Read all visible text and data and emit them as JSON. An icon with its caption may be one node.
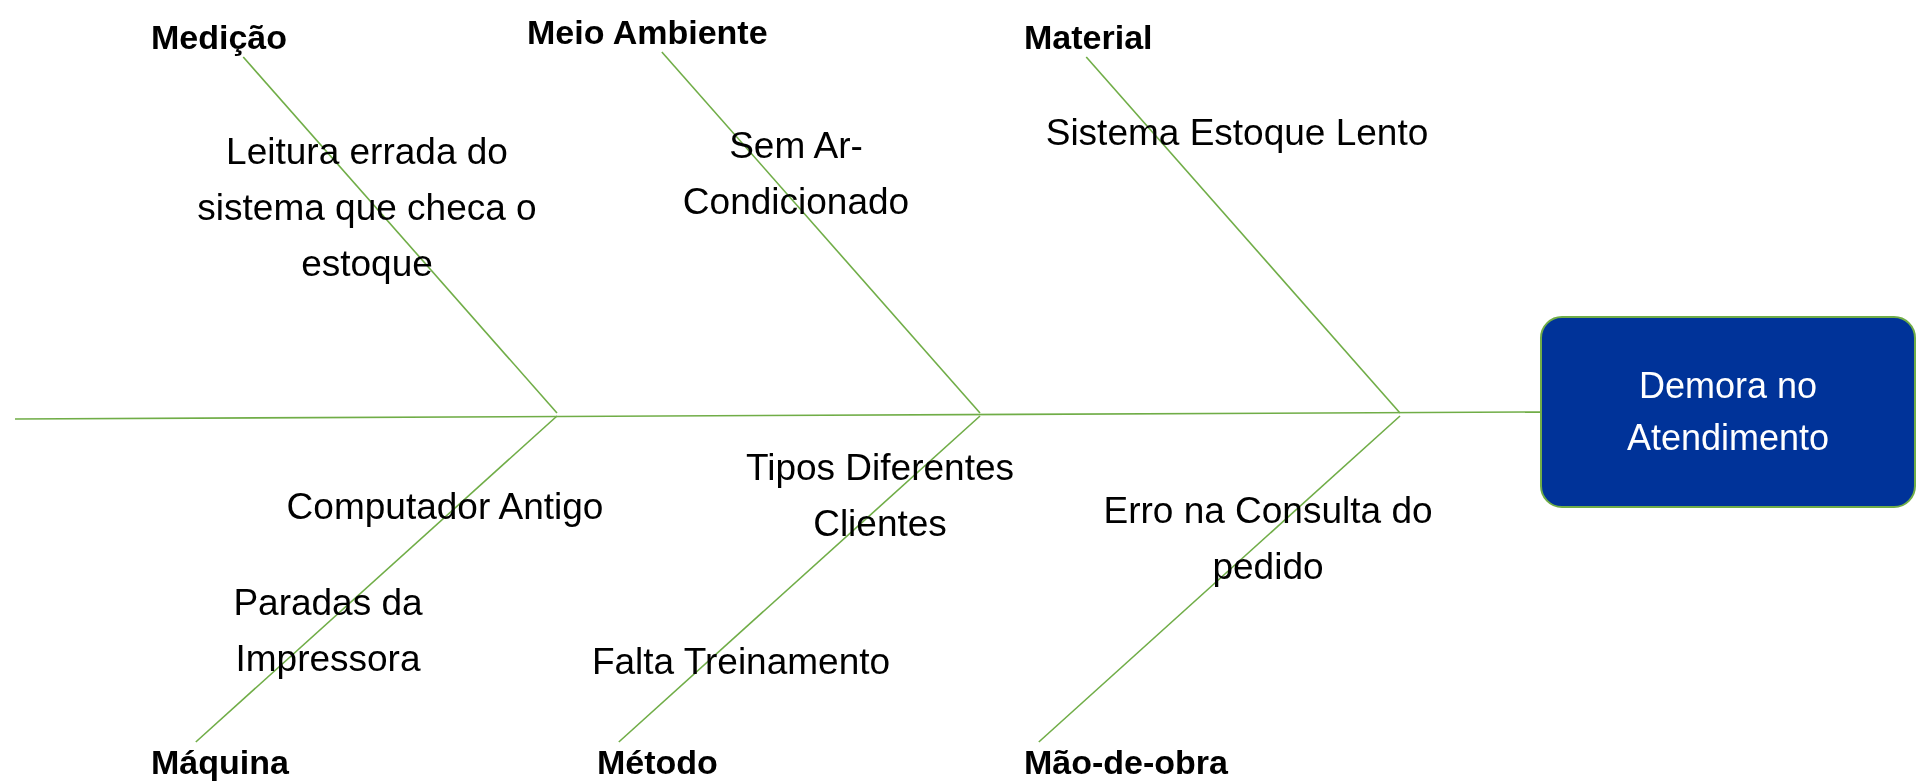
{
  "diagram": {
    "nodes": [
      {
        "text": [
          "Medição"
        ]
      },
      {
        "text": [
          "Meio Ambiente"
        ]
      },
      {
        "text": [
          "Material"
        ]
      },
      {
        "text": [
          "Demora no Atendimento"
        ]
      },
      {
        "text": [
          "Máquina"
        ]
      },
      {
        "text": [
          "Método"
        ]
      },
      {
        "text": [
          "Mão-de-obra"
        ]
      }
    ],
    "edges": [
      {
        "from": 0,
        "to": null,
        "arrow": "none"
      },
      {
        "from": 1,
        "to": null,
        "arrow": "none"
      },
      {
        "from": 2,
        "to": null,
        "arrow": "none"
      },
      {
        "from": 4,
        "to": null,
        "arrow": "none"
      },
      {
        "from": 5,
        "to": null,
        "arrow": "none"
      },
      {
        "from": 6,
        "to": null,
        "arrow": "none"
      },
      {
        "from": null,
        "to": 3,
        "arrow": "none"
      }
    ],
    "labels": [
      "Leitura errada do sistema que checa o estoque",
      "Sem Ar-Condicionado",
      "Sistema Estoque Lento",
      "Tipos Diferentes Clientes",
      "Computador Antigo",
      "Erro na Consulta do pedido",
      "Paradas da Impressora",
      "Falta Treinamento"
    ]
  }
}
